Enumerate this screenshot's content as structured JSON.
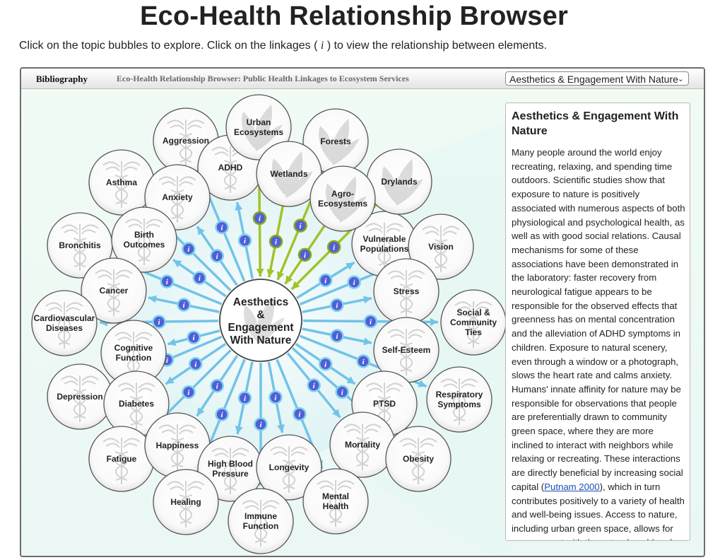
{
  "page": {
    "title": "Eco-Health Relationship Browser",
    "instructions": "Click on the topic bubbles to explore. Click on the linkages (",
    "instructions_i": "i",
    "instructions_tail": ") to view the relationship between elements."
  },
  "toolbar": {
    "bibliography": "Bibliography",
    "title": "Eco-Health Relationship Browser: Public Health Linkages to Ecosystem Services",
    "selected": "Aesthetics & Engagement With Nature"
  },
  "center": {
    "lines": [
      "Aesthetics",
      "&",
      "Engagement",
      "With Nature"
    ]
  },
  "link_icon": "i",
  "ecosystems": [
    {
      "id": "urban",
      "lines": [
        "Urban",
        "Ecosystems"
      ]
    },
    {
      "id": "forests",
      "lines": [
        "Forests"
      ]
    },
    {
      "id": "wetlands",
      "lines": [
        "Wetlands"
      ]
    },
    {
      "id": "drylands",
      "lines": [
        "Drylands"
      ]
    },
    {
      "id": "agro",
      "lines": [
        "Agro-",
        "Ecosystems"
      ]
    }
  ],
  "health": [
    {
      "id": "aggression",
      "lines": [
        "Aggression"
      ]
    },
    {
      "id": "adhd",
      "lines": [
        "ADHD"
      ]
    },
    {
      "id": "asthma",
      "lines": [
        "Asthma"
      ]
    },
    {
      "id": "anxiety",
      "lines": [
        "Anxiety"
      ]
    },
    {
      "id": "bronchitis",
      "lines": [
        "Bronchitis"
      ]
    },
    {
      "id": "birth",
      "lines": [
        "Birth",
        "Outcomes"
      ]
    },
    {
      "id": "vulnerable",
      "lines": [
        "Vulnerable",
        "Populations"
      ]
    },
    {
      "id": "vision",
      "lines": [
        "Vision"
      ]
    },
    {
      "id": "cancer",
      "lines": [
        "Cancer"
      ]
    },
    {
      "id": "stress",
      "lines": [
        "Stress"
      ]
    },
    {
      "id": "cardio",
      "lines": [
        "Cardiovascular",
        "Diseases"
      ]
    },
    {
      "id": "social",
      "lines": [
        "Social &",
        "Community",
        "Ties"
      ]
    },
    {
      "id": "cognitive",
      "lines": [
        "Cognitive",
        "Function"
      ]
    },
    {
      "id": "selfesteem",
      "lines": [
        "Self-Esteem"
      ]
    },
    {
      "id": "depression",
      "lines": [
        "Depression"
      ]
    },
    {
      "id": "diabetes",
      "lines": [
        "Diabetes"
      ]
    },
    {
      "id": "respiratory",
      "lines": [
        "Respiratory",
        "Symptoms"
      ]
    },
    {
      "id": "ptsd",
      "lines": [
        "PTSD"
      ]
    },
    {
      "id": "fatigue",
      "lines": [
        "Fatigue"
      ]
    },
    {
      "id": "happiness",
      "lines": [
        "Happiness"
      ]
    },
    {
      "id": "mortality",
      "lines": [
        "Mortality"
      ]
    },
    {
      "id": "obesity",
      "lines": [
        "Obesity"
      ]
    },
    {
      "id": "highbp",
      "lines": [
        "High Blood",
        "Pressure"
      ]
    },
    {
      "id": "longevity",
      "lines": [
        "Longevity"
      ]
    },
    {
      "id": "mental",
      "lines": [
        "Mental",
        "Health"
      ]
    },
    {
      "id": "healing",
      "lines": [
        "Healing"
      ]
    },
    {
      "id": "immune",
      "lines": [
        "Immune",
        "Function"
      ]
    }
  ],
  "panel": {
    "heading": "Aesthetics & Engagement With Nature",
    "body_pre": "Many people around the world enjoy recreating, relaxing, and spending time outdoors. Scientific studies show that exposure to nature is positively associated with numerous aspects of both physiological and psychological health, as well as with good social relations. Causal mechanisms for some of these associations have been demonstrated in the laboratory: faster recovery from neurological fatigue appears to be responsible for the observed effects that greenness has on mental concentration and the alleviation of ADHD symptoms in children. Exposure to natural scenery, even through a window or a photograph, slows the heart rate and calms anxiety. Humans' innate affinity for nature may be responsible for observations that people are preferentially drawn to community green space, where they are more inclined to interact with neighbors while relaxing or recreating. These interactions are directly beneficial by increasing social capital (",
    "link": "Putnam 2000",
    "body_post": "), which in turn contributes positively to a variety of health and well-being issues. Access to nature, including urban green space, allows for engagement with the natural world and"
  },
  "colors": {
    "eco_arrow": "#a3c22a",
    "health_arrow": "#72c3e8",
    "link_icon_fill": "#4f5fd6",
    "eco_link_ring": "#8aa81c",
    "health_link_ring": "#7fd0f0"
  }
}
